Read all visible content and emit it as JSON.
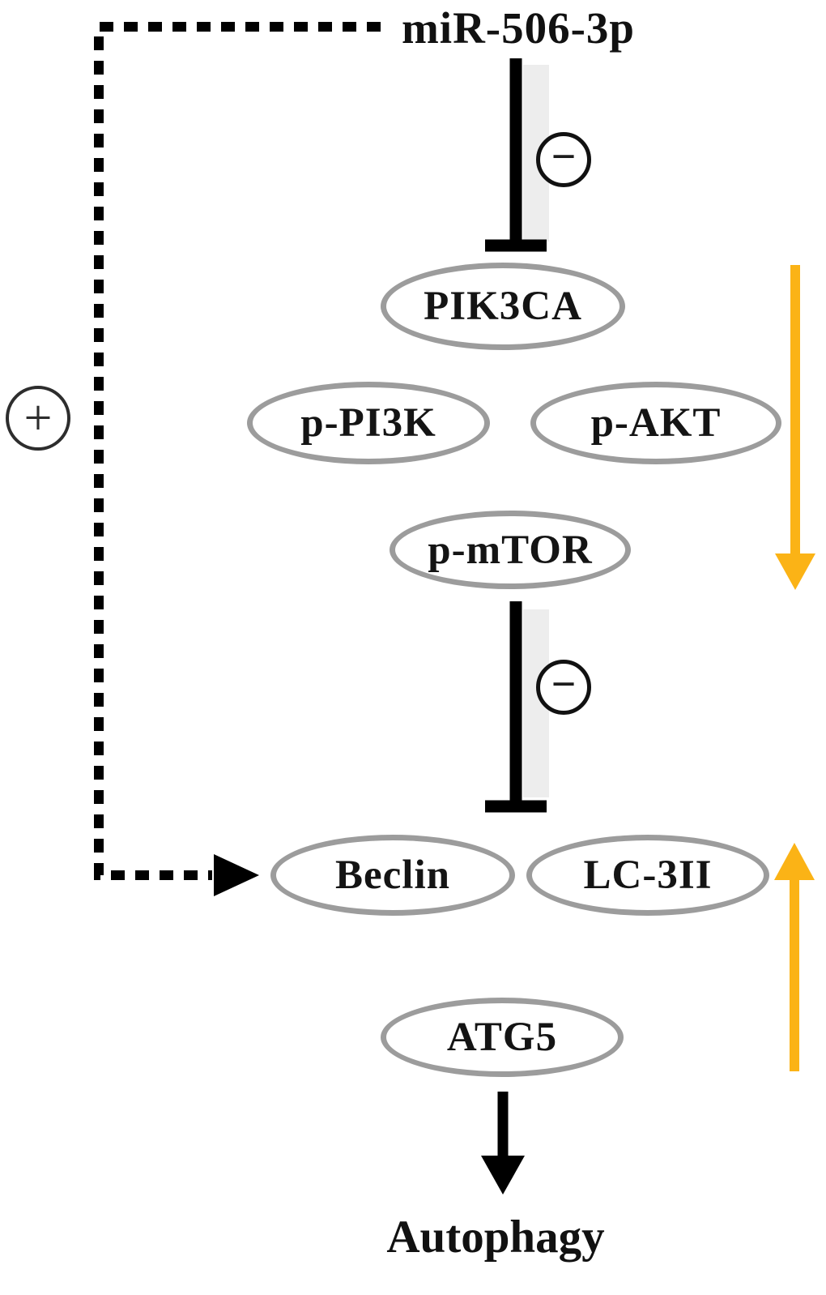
{
  "diagram": {
    "title": "miR-506-3p",
    "outcome": "Autophagy",
    "nodes": {
      "pik3ca": {
        "label": "PIK3CA"
      },
      "p_pi3k": {
        "label": "p-PI3K"
      },
      "p_akt": {
        "label": "p-AKT"
      },
      "p_mtor": {
        "label": "p-mTOR"
      },
      "beclin": {
        "label": "Beclin"
      },
      "lc3ii": {
        "label": "LC-3II"
      },
      "atg5": {
        "label": "ATG5"
      }
    },
    "signs": {
      "plus": "+",
      "minus": "−"
    },
    "colors": {
      "highlight": "#FBB316",
      "line": "#000000",
      "node_border": "#9c9c9c",
      "shadow": "#ededed"
    }
  }
}
